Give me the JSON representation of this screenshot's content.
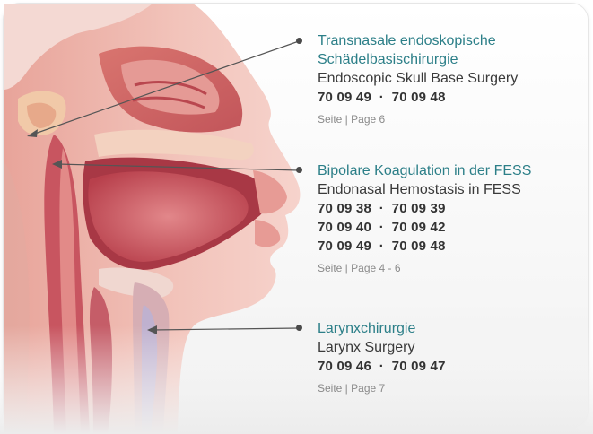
{
  "sections": [
    {
      "title_lines": [
        "Transnasale endoskopische",
        "Schädelbasischirurgie"
      ],
      "subtitle": "Endoscopic Skull Base Surgery",
      "codes": [
        "70 09 49  ·  70 09 48"
      ],
      "page_ref": "Seite | Page 6"
    },
    {
      "title_lines": [
        "Bipolare Koagulation in der FESS"
      ],
      "subtitle": "Endonasal Hemostasis in FESS",
      "codes": [
        "70 09 38  ·  70 09 39",
        "70 09 40  ·  70 09 42",
        "70 09 49  ·  70 09 48"
      ],
      "page_ref": "Seite | Page 4 - 6"
    },
    {
      "title_lines": [
        "Larynxchirurgie"
      ],
      "subtitle": "Larynx Surgery",
      "codes": [
        "70 09 46  ·  70 09 47"
      ],
      "page_ref": "Seite | Page 7"
    }
  ],
  "colors": {
    "title": "#2c7f88",
    "text": "#3a3a3a",
    "muted": "#8a8a8a",
    "leader": "#555555"
  }
}
